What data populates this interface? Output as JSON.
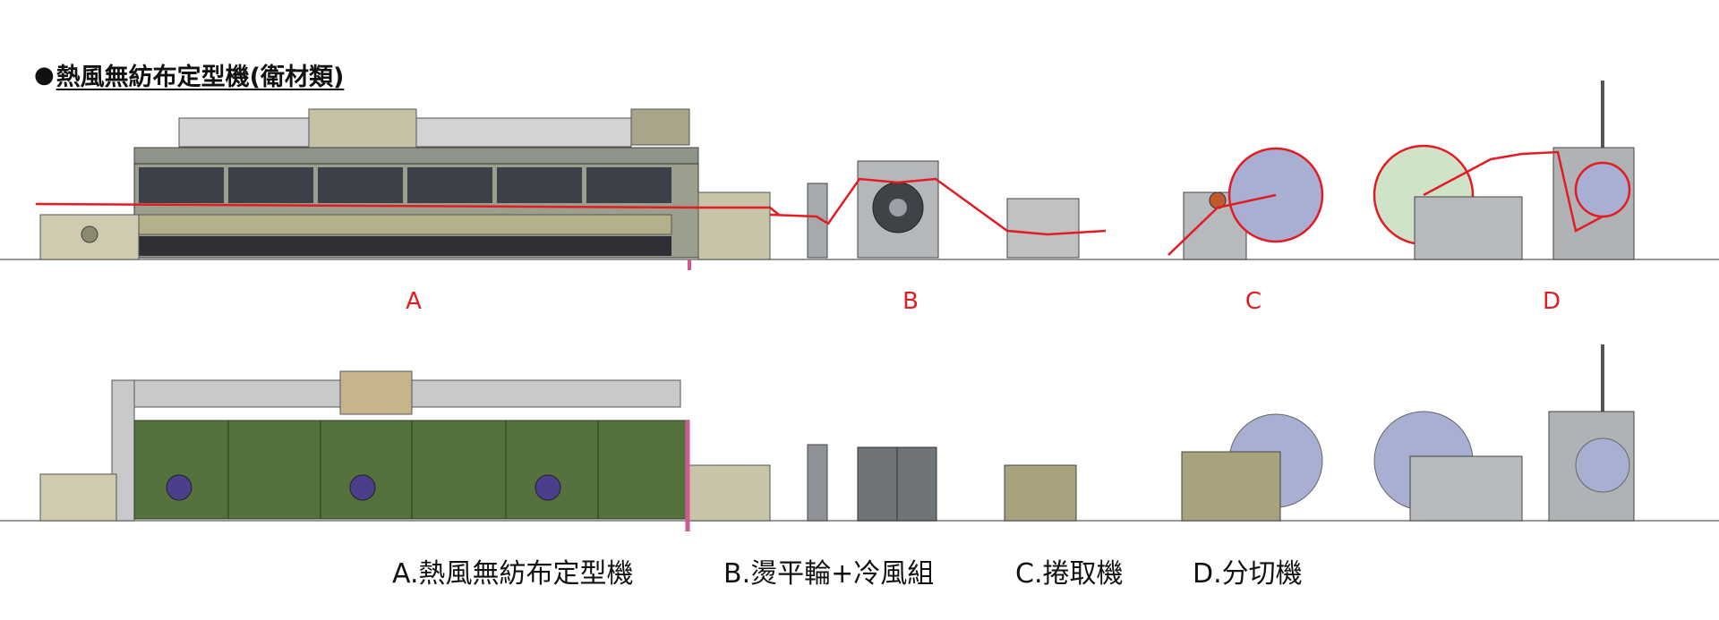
{
  "title": {
    "bullet": "●",
    "text": "熱風無紡布定型機(衛材類)"
  },
  "section_tags": [
    "A",
    "B",
    "C",
    "D"
  ],
  "captions": [
    "A.熱風無紡布定型機",
    "B.燙平輪+冷風組",
    "C.捲取機",
    "D.分切機"
  ],
  "colors": {
    "path_red": "#e31b23",
    "oven_green": "#55713d",
    "duct_grey": "#c9c9cc",
    "machine_grey": "#9ea3a6",
    "roll_blue": "#a9aed3",
    "roll_green": "#cfe3c9",
    "cabinet_grey": "#6f7479",
    "winder_khaki": "#a8a27d",
    "magenta": "#d0598f"
  },
  "icons": [
    "machine-drawing-top-row",
    "machine-drawing-bottom-row"
  ]
}
